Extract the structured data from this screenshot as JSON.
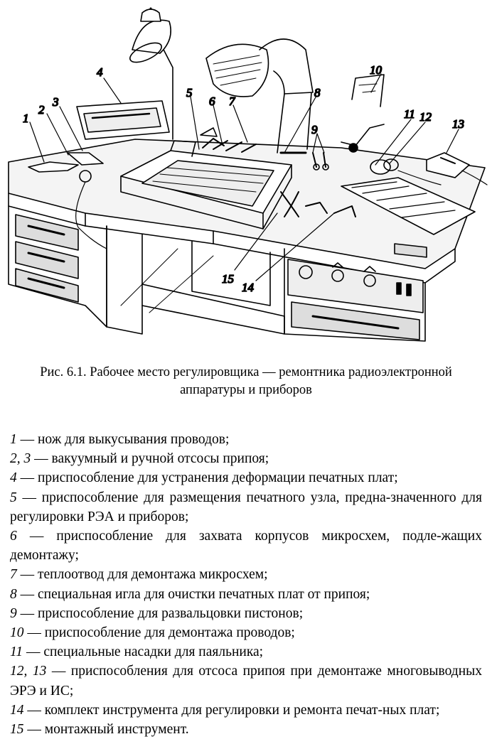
{
  "figure": {
    "callouts": [
      "1",
      "2",
      "3",
      "4",
      "5",
      "6",
      "7",
      "8",
      "9",
      "10",
      "11",
      "12",
      "13",
      "14",
      "15"
    ]
  },
  "caption": {
    "line1": "Рис. 6.1. Рабочее место регулировщика — ремонтника радиоэлектронной",
    "line2": "аппаратуры и приборов"
  },
  "legend": [
    {
      "num": "1",
      "text": " — нож для выкусывания проводов;"
    },
    {
      "num": "2, 3",
      "text": " — вакуумный и ручной отсосы припоя;"
    },
    {
      "num": "4",
      "text": " — приспособление для устранения деформации печатных плат;"
    },
    {
      "num": "5",
      "text": " — приспособление для размещения печатного узла, предна-значенного для регулировки РЭА и приборов;"
    },
    {
      "num": "6",
      "text": " — приспособление для захвата корпусов микросхем, подле-жащих демонтажу;"
    },
    {
      "num": "7",
      "text": " — теплоотвод для демонтажа микросхем;"
    },
    {
      "num": "8",
      "text": " — специальная игла для очистки печатных плат от припоя;"
    },
    {
      "num": "9",
      "text": " — приспособление для развальцовки пистонов;"
    },
    {
      "num": "10",
      "text": " — приспособление для демонтажа проводов;"
    },
    {
      "num": "11",
      "text": " — специальные насадки для паяльника;"
    },
    {
      "num": "12, 13",
      "text": " — приспособления для отсоса припоя при демонтаже многовыводных ЭРЭ и ИС;"
    },
    {
      "num": "14",
      "text": " — комплект инструмента для регулировки и ремонта печат-ных плат;"
    },
    {
      "num": "15",
      "text": " — монтажный инструмент."
    }
  ]
}
